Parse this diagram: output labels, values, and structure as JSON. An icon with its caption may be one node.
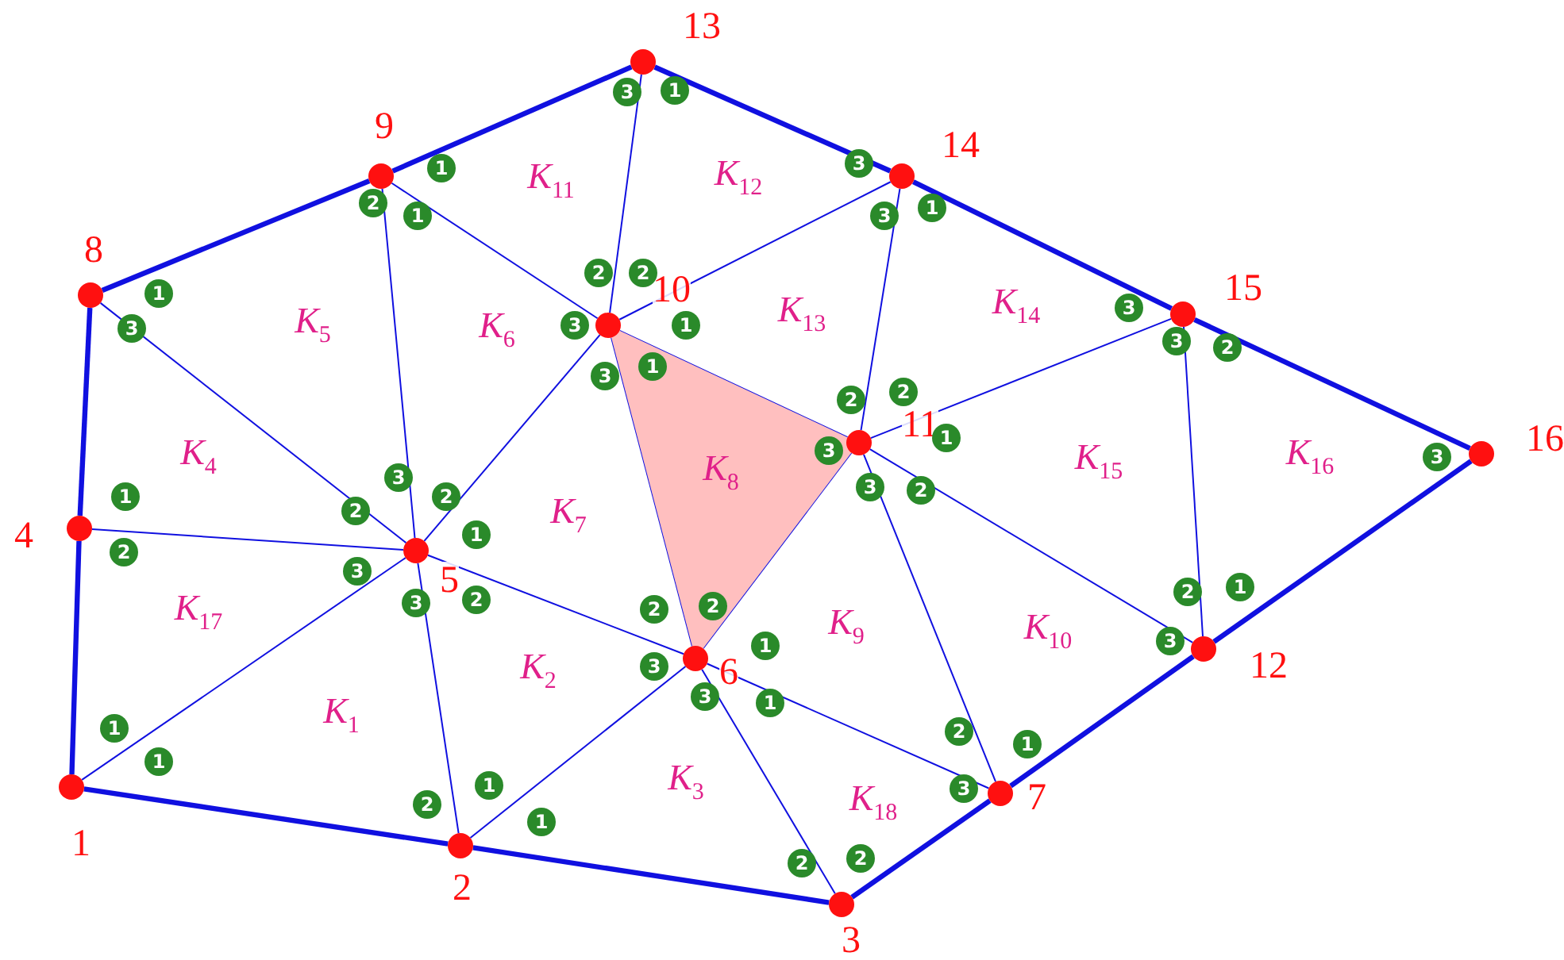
{
  "diagram": {
    "nodes": [
      {
        "text": [
          "1"
        ]
      },
      {
        "text": [
          "2"
        ]
      },
      {
        "text": [
          "3"
        ]
      },
      {
        "text": [
          "4"
        ]
      },
      {
        "text": [
          "5"
        ]
      },
      {
        "text": [
          "6"
        ]
      },
      {
        "text": [
          "7"
        ]
      },
      {
        "text": [
          "8"
        ]
      },
      {
        "text": [
          "9"
        ]
      },
      {
        "text": [
          "10"
        ]
      },
      {
        "text": [
          "11"
        ]
      },
      {
        "text": [
          "12"
        ]
      },
      {
        "text": [
          "13"
        ]
      },
      {
        "text": [
          "14"
        ]
      },
      {
        "text": [
          "15"
        ]
      },
      {
        "text": [
          "16"
        ]
      },
      {
        "text": [
          "*K*$_{8}$"
        ]
      }
    ],
    "edges": [
      {
        "from": 0,
        "to": 1,
        "arrow": "none",
        "style": "thick"
      },
      {
        "from": 1,
        "to": 2,
        "arrow": "none",
        "style": "thick"
      },
      {
        "from": 2,
        "to": 6,
        "arrow": "none",
        "style": "thick"
      },
      {
        "from": 6,
        "to": 11,
        "arrow": "none",
        "style": "thick"
      },
      {
        "from": 11,
        "to": 15,
        "arrow": "none",
        "style": "thick"
      },
      {
        "from": 15,
        "to": 14,
        "arrow": "none",
        "style": "thick"
      },
      {
        "from": 14,
        "to": 13,
        "arrow": "none",
        "style": "thick"
      },
      {
        "from": 13,
        "to": 12,
        "arrow": "none",
        "style": "thick"
      },
      {
        "from": 12,
        "to": 8,
        "arrow": "none",
        "style": "thick"
      },
      {
        "from": 8,
        "to": 7,
        "arrow": "none",
        "style": "thick"
      },
      {
        "from": 7,
        "to": 3,
        "arrow": "none",
        "style": "thick"
      },
      {
        "from": 3,
        "to": 0,
        "arrow": "none",
        "style": "thick"
      },
      {
        "from": 7,
        "to": 4,
        "arrow": "none"
      },
      {
        "from": 3,
        "to": 4,
        "arrow": "none"
      },
      {
        "from": 0,
        "to": 4,
        "arrow": "none"
      },
      {
        "from": 8,
        "to": 4,
        "arrow": "none"
      },
      {
        "from": 8,
        "to": 9,
        "arrow": "none"
      },
      {
        "from": 4,
        "to": 9,
        "arrow": "none"
      },
      {
        "from": 4,
        "to": 1,
        "arrow": "none"
      },
      {
        "from": 4,
        "to": 5,
        "arrow": "none"
      },
      {
        "from": 9,
        "to": 12,
        "arrow": "none"
      },
      {
        "from": 9,
        "to": 13,
        "arrow": "none"
      },
      {
        "from": 9,
        "to": 10,
        "arrow": "none"
      },
      {
        "from": 9,
        "to": 5,
        "arrow": "none"
      },
      {
        "from": 5,
        "to": 10,
        "arrow": "none"
      },
      {
        "from": 5,
        "to": 1,
        "arrow": "none"
      },
      {
        "from": 5,
        "to": 2,
        "arrow": "none"
      },
      {
        "from": 5,
        "to": 6,
        "arrow": "none"
      },
      {
        "from": 10,
        "to": 13,
        "arrow": "none"
      },
      {
        "from": 10,
        "to": 14,
        "arrow": "none"
      },
      {
        "from": 10,
        "to": 11,
        "arrow": "none"
      },
      {
        "from": 10,
        "to": 6,
        "arrow": "none"
      },
      {
        "from": 14,
        "to": 11,
        "arrow": "none"
      }
    ],
    "labels": [
      "3",
      "1",
      "1",
      "*K*$_{11}$",
      "*K*$_{12}$",
      "3",
      "2",
      "1",
      "3",
      "1",
      "2",
      "2",
      "1",
      "*K*$_{5}$",
      "*K*$_{6}$",
      "*K*$_{13}$",
      "*K*$_{14}$",
      "3",
      "3",
      "3",
      "1",
      "3",
      "2",
      "3",
      "1",
      "2",
      "2",
      "1",
      "3",
      "*K*$_{16}$",
      "3",
      "*K*$_{4}$",
      "*K*$_{15}$",
      "3",
      "1",
      "2",
      "3",
      "2",
      "2",
      "*K*$_{7}$",
      "1",
      "2",
      "3",
      "2",
      "1",
      "3",
      "2",
      "2",
      "2",
      "*K*$_{17}$",
      "1",
      "*K*$_{9}$",
      "*K*$_{10}$",
      "3",
      "3",
      "*K*$_{2}$",
      "3",
      "1",
      "*K*$_{1}$",
      "1",
      "2",
      "1",
      "1",
      "*K*$_{3}$",
      "1",
      "3",
      "2",
      "*K*$_{18}$",
      "1",
      "2",
      "2"
    ]
  }
}
